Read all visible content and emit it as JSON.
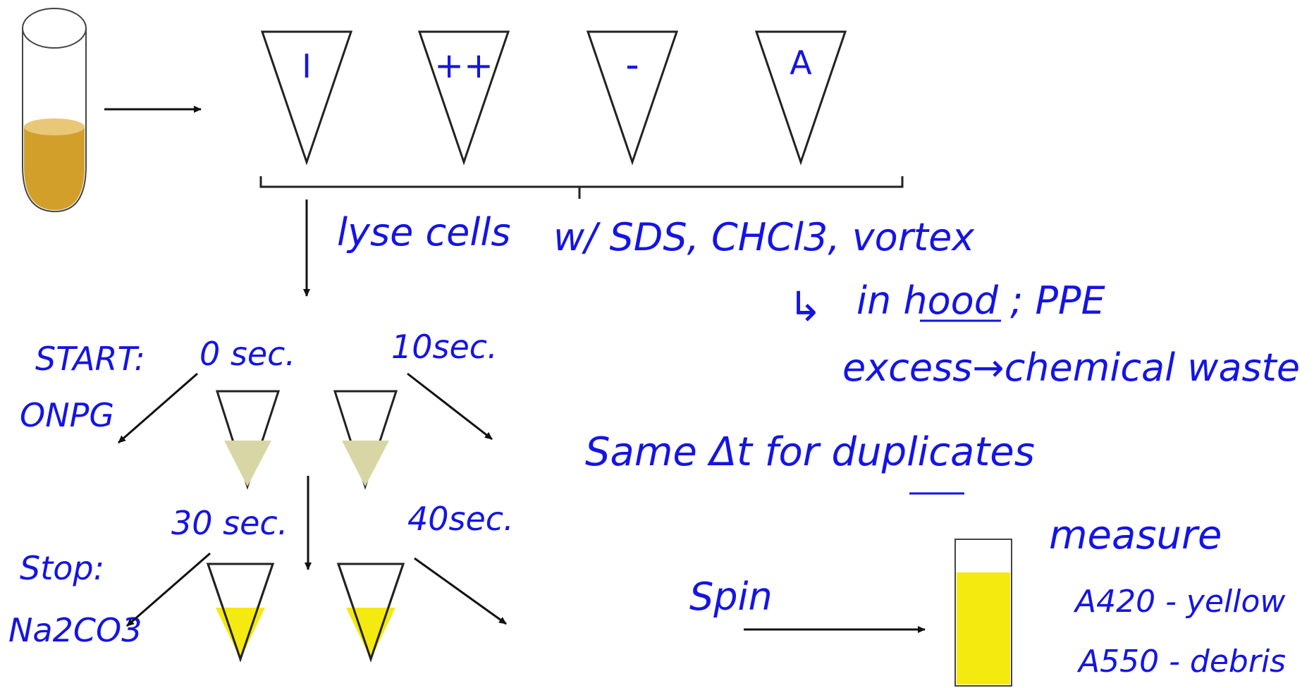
{
  "colors": {
    "ink": "#1414e6",
    "outline": "#222222",
    "culture": "#d2a02a",
    "culture_top": "#e8c877",
    "onpg_light": "#d9d6a6",
    "yellow": "#f5ea10"
  },
  "tubes": {
    "t1": "I",
    "t2": "++",
    "t3": "-",
    "t4": "A"
  },
  "notes": {
    "lyse": "lyse cells",
    "reagents": "w/ SDS, CHCl3, vortex",
    "hood": "in hood ; PPE",
    "hood_arrow": "↳",
    "waste": "excess→chemical waste",
    "duplicates": "Same Δt for duplicates"
  },
  "timing": {
    "start": "START:",
    "onpg": "ONPG",
    "t0": "0 sec.",
    "t10": "10sec.",
    "t30": "30 sec.",
    "t40": "40sec.",
    "stop": "Stop:",
    "na2co3": "Na2CO3"
  },
  "measure": {
    "spin": "Spin",
    "title": "measure",
    "a420": "A420 - yellow",
    "a550": "A550 - debris"
  },
  "icons": [
    "culture-tube-icon",
    "microtube-icon",
    "cuvette-icon",
    "arrow-icon"
  ]
}
